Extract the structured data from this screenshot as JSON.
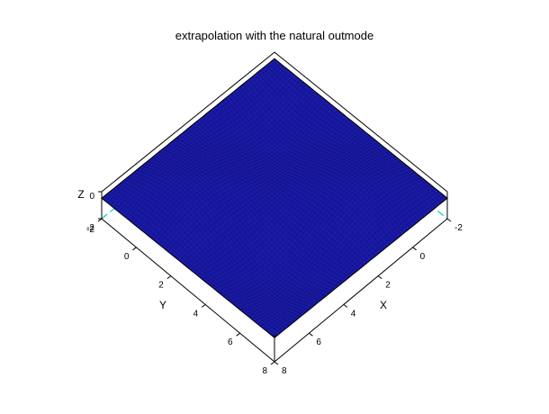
{
  "chart_data": {
    "type": "surface",
    "title": "extrapolation with the natural outmode",
    "xlabel": "X",
    "ylabel": "Y",
    "zlabel": "Z",
    "xlim": [
      -2,
      8
    ],
    "ylim": [
      -2,
      8
    ],
    "x_ticks": [
      "-2",
      "0",
      "2",
      "4",
      "6",
      "8"
    ],
    "y_ticks": [
      "-2",
      "0",
      "2",
      "4",
      "6",
      "8"
    ],
    "z_ticks": [
      "0",
      "-2"
    ],
    "surface_color": "#1a1aaa",
    "mesh_color": "#000000",
    "box_color": "#000000",
    "hidden_edge_color": "#00cccc",
    "grid": false
  }
}
